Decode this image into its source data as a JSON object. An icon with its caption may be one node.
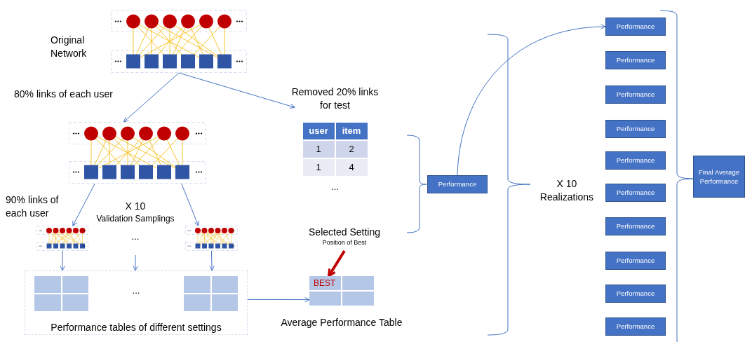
{
  "diagram": {
    "nodes": [
      {
        "text": [],
        "shape": "picture",
        "beside": [
          "Original Network"
        ]
      },
      {
        "text": [],
        "shape": "picture"
      },
      {
        "text": [
          "Removed 20% links for test",
          "user",
          "item",
          "1",
          "2",
          "1",
          "4",
          "..."
        ]
      },
      {
        "text": [],
        "shape": "picture"
      },
      {
        "text": [],
        "shape": "picture"
      },
      {
        "text": [
          "...",
          "Performance tables of different settings"
        ]
      },
      {
        "text": [
          "Selected Setting",
          "Position of Best"
        ]
      },
      {
        "text": [
          "BEST"
        ],
        "beside": [
          "Average Performance Table"
        ]
      },
      {
        "text": [
          "Performance"
        ]
      },
      {
        "text": [
          "Performance"
        ]
      },
      {
        "text": [
          "Performance"
        ]
      },
      {
        "text": [
          "Performance"
        ]
      },
      {
        "text": [
          "Performance"
        ]
      },
      {
        "text": [
          "Performance"
        ]
      },
      {
        "text": [
          "Performance"
        ]
      },
      {
        "text": [
          "Performance"
        ]
      },
      {
        "text": [
          "Performance"
        ]
      },
      {
        "text": [
          "Performance"
        ]
      },
      {
        "text": [
          "Performance"
        ]
      },
      {
        "text": [
          "Final Average Performance"
        ]
      }
    ],
    "edges": [
      {
        "from": 0,
        "to": 1,
        "arrow": "to"
      },
      {
        "from": 0,
        "to": 2,
        "arrow": "to"
      },
      {
        "from": 1,
        "to": 3,
        "arrow": "to"
      },
      {
        "from": 1,
        "to": 4,
        "arrow": "to"
      },
      {
        "from": 3,
        "to": 5,
        "arrow": "to"
      },
      {
        "from": null,
        "to": 5,
        "arrow": "to"
      },
      {
        "from": 4,
        "to": 5,
        "arrow": "to"
      },
      {
        "from": 5,
        "to": 7,
        "arrow": "to"
      },
      {
        "from": 6,
        "to": 7,
        "arrow": "to",
        "style": "thick",
        "color": "#c00000"
      },
      {
        "from": 8,
        "to": 9,
        "arrow": "to"
      }
    ],
    "labels": [
      "80% links of each user",
      "90% links of each user",
      "X 10",
      "Validation Samplings",
      "...",
      "X 10 Realizations"
    ]
  }
}
